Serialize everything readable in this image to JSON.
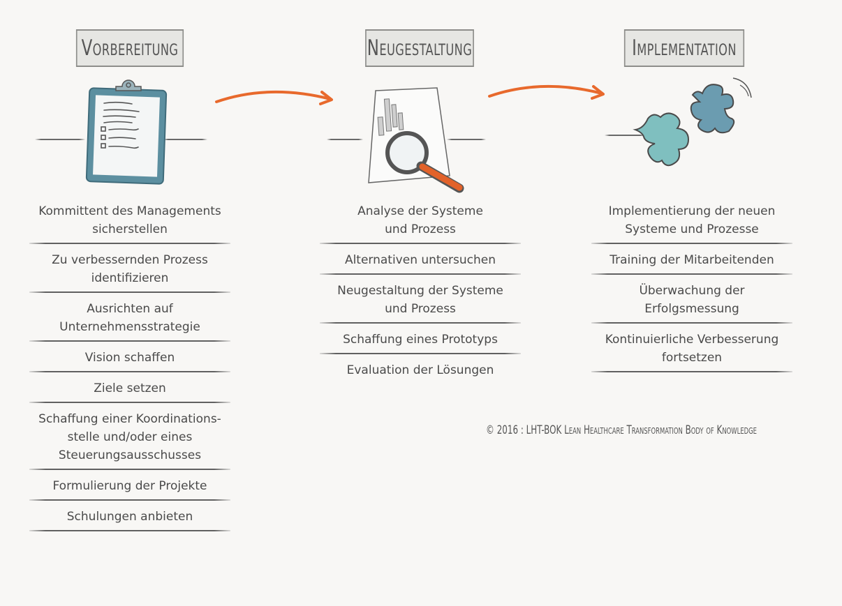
{
  "phases": [
    {
      "title": "Vorbereitung",
      "items": [
        "Kommittent des Managements\nsicherstellen",
        "Zu verbessernden Prozess\nidentifizieren",
        "Ausrichten auf\nUnternehmensstrategie",
        "Vision schaffen",
        "Ziele setzen",
        "Schaffung einer Koordinations-\nstelle und/oder eines\nSteuerungsausschusses",
        "Formulierung der Projekte",
        "Schulungen anbieten"
      ]
    },
    {
      "title": "Neugestaltung",
      "items": [
        "Analyse der Systeme\nund Prozess",
        "Alternativen untersuchen",
        "Neugestaltung der Systeme\nund Prozess",
        "Schaffung eines Prototyps",
        "Evaluation der Lösungen"
      ]
    },
    {
      "title": "Implementation",
      "items": [
        "Implementierung der neuen\nSysteme und Prozesse",
        "Training der Mitarbeitenden",
        "Überwachung der\nErfolgsmessung",
        "Kontinuierliche Verbesserung\nfortsetzen"
      ]
    }
  ],
  "copyright": "© 2016 : LHT-BOK Lean Healthcare Transformation Body of Knowledge",
  "colors": {
    "arrow": "#e8692c",
    "clipboard": "#5c8fa0",
    "puzzle_teal": "#7fbfbf",
    "puzzle_blue": "#6b9cb0",
    "magnifier_handle": "#e2622a"
  },
  "icons": [
    "clipboard-icon",
    "document-magnifier-icon",
    "puzzle-icon"
  ]
}
